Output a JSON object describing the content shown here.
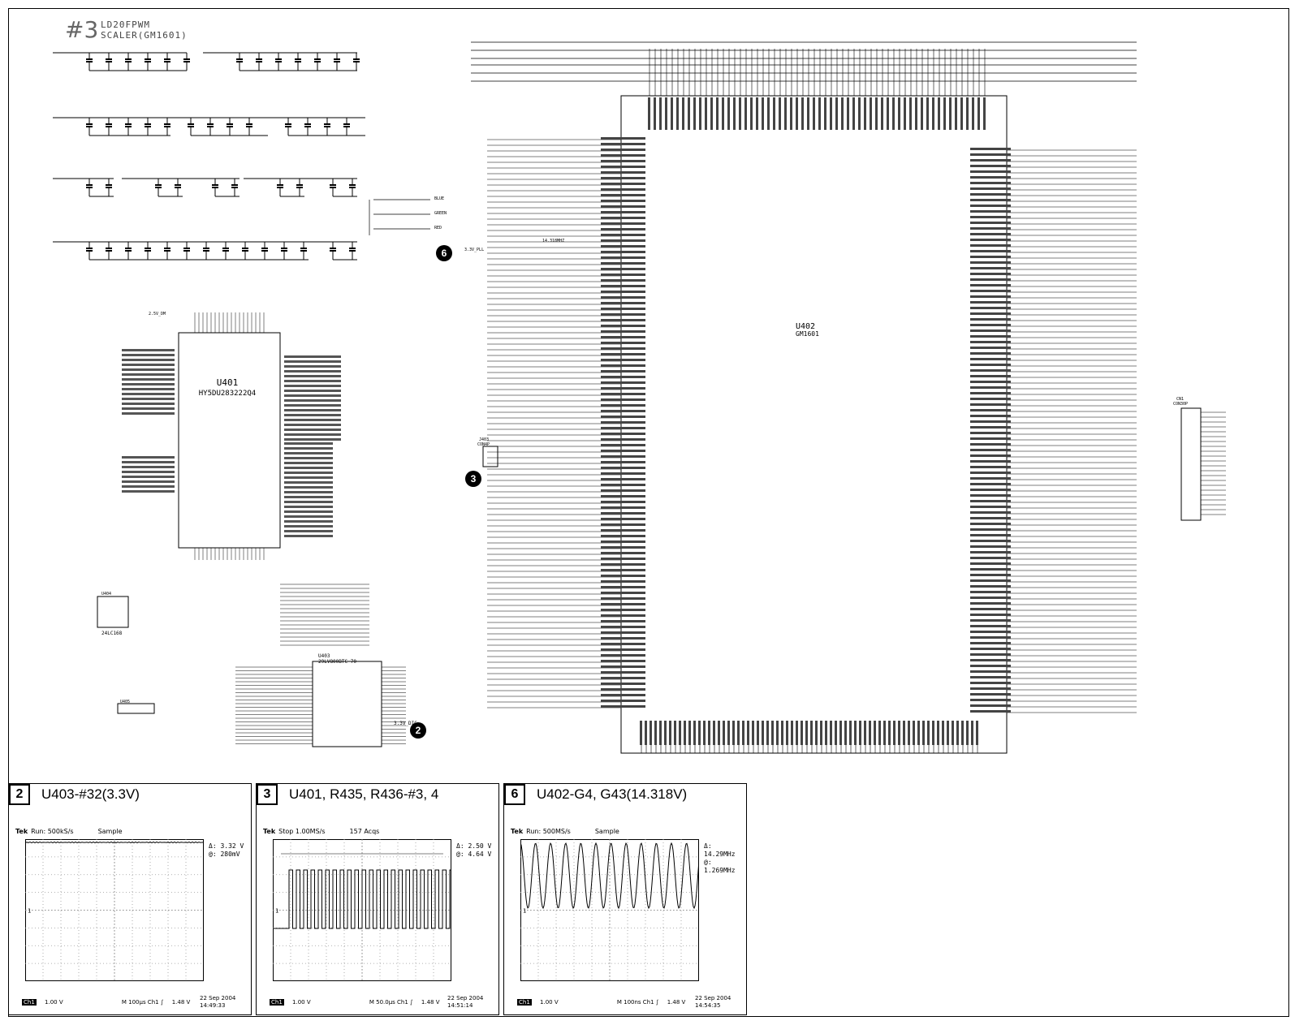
{
  "page": {
    "title_hash": "#3",
    "title_line1": "LD20FPWM",
    "title_line2": "SCALER(GM1601)"
  },
  "schematic": {
    "u401_ref": "U401",
    "u401_part": "HY5DU283222Q4",
    "u402_ref": "U402",
    "u402_part": "GM1601",
    "u403_ref": "U403",
    "u403_part": "29LV800BTC-70",
    "u404_ref": "U404",
    "u404_part": "24LC168",
    "u405_ref": "U405",
    "j403_ref": "J403",
    "j403_part": "CON4P",
    "cn_ref": "CN1",
    "cn_part": "CON30P",
    "net_3v3_vdd": "3.3V_DIG",
    "net_2v5_dm": "2.5V_DM",
    "net_xtal": "3.3V_PLL",
    "net_xtal_freq": "14.318MHZ",
    "net_blue": "BLUE",
    "net_green": "GREEN",
    "net_red": "RED",
    "markers": [
      "2",
      "3",
      "6"
    ]
  },
  "scope_panels": [
    {
      "number": "2",
      "title": "U403-#32(3.3V)",
      "tek": "Tek",
      "run_label": "Run: 500kS/s",
      "acq_label": "Sample",
      "meas_line1": "Δ: 3.32 V",
      "meas_line2": "@: 280mV",
      "channel": "Ch1",
      "volts_div": "1.00 V",
      "timebase": "M 100μs  Ch1 ∫",
      "trigger": "1.48 V",
      "date": "22 Sep 2004",
      "time": "14:49:33"
    },
    {
      "number": "3",
      "title": "U401, R435, R436-#3, 4",
      "tek": "Tek",
      "run_label": "Stop 1.00MS/s",
      "acq_label": "157 Acqs",
      "meas_line1": "Δ: 2.50 V",
      "meas_line2": "@: 4.64 V",
      "channel": "Ch1",
      "volts_div": "1.00 V",
      "timebase": "M 50.0μs  Ch1 ∫",
      "trigger": "1.48 V",
      "date": "22 Sep 2004",
      "time": "14:51:14"
    },
    {
      "number": "6",
      "title": "U402-G4, G43(14.318V)",
      "tek": "Tek",
      "run_label": "Run: 500MS/s",
      "acq_label": "Sample",
      "meas_line1": "Δ: 14.29MHz",
      "meas_line2": "@: 1.269MHz",
      "channel": "Ch1",
      "volts_div": "1.00 V",
      "timebase": "M 100ns  Ch1 ∫",
      "trigger": "1.48 V",
      "date": "22 Sep 2004",
      "time": "14:54:35"
    }
  ],
  "colors": {
    "ink": "#000000",
    "grid": "#9a9a9a",
    "paper": "#ffffff"
  }
}
